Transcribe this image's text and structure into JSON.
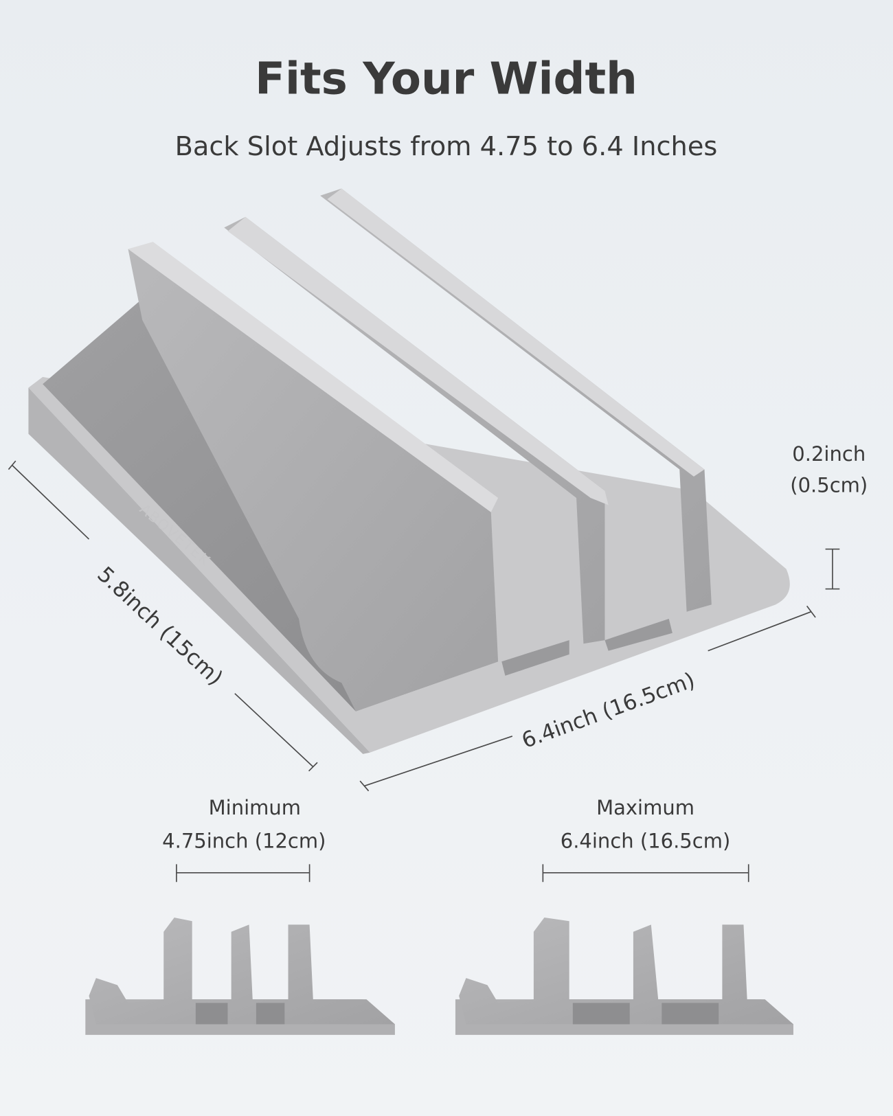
{
  "header": {
    "title": "Fits Your Width",
    "subtitle": "Back Slot Adjusts from 4.75 to 6.4 Inches"
  },
  "product": {
    "brand_logo": "ABOVETEK",
    "colors": {
      "aluminum": "#a9a9ab",
      "aluminum_dark": "#8d8d8f",
      "highlight": "#dcdcde"
    }
  },
  "dimensions": {
    "thickness_inch": "0.2inch",
    "thickness_cm": "(0.5cm)",
    "depth": "5.8inch (15cm)",
    "width": "6.4inch (16.5cm)"
  },
  "comparison": {
    "minimum": {
      "label": "Minimum",
      "value": "4.75inch (12cm)"
    },
    "maximum": {
      "label": "Maximum",
      "value": "6.4inch (16.5cm)"
    }
  }
}
